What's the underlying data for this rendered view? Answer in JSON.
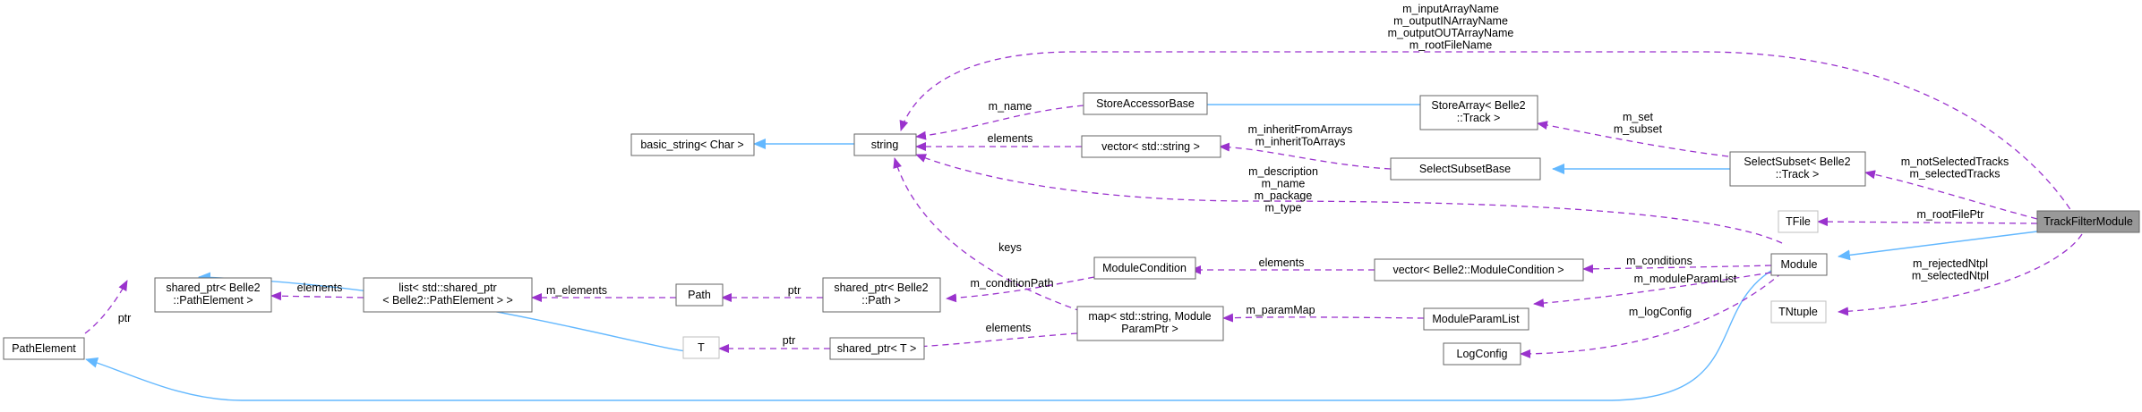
{
  "nodes": {
    "trackfiltermodule": [
      "TrackFilterModule"
    ],
    "string": [
      "string"
    ],
    "basic_string": [
      "basic_string< Char >"
    ],
    "storeaccessorbase": [
      "StoreAccessorBase"
    ],
    "vector_string": [
      "vector< std::string >"
    ],
    "storearray": [
      "StoreArray< Belle2",
      "::Track >"
    ],
    "selectsubsetbase": [
      "SelectSubsetBase"
    ],
    "selectsubset": [
      "SelectSubset< Belle2",
      "::Track >"
    ],
    "tfile": [
      "TFile"
    ],
    "module": [
      "Module"
    ],
    "tntuple": [
      "TNtuple"
    ],
    "modulecondition": [
      "ModuleCondition"
    ],
    "vector_modulecondition": [
      "vector< Belle2::ModuleCondition >"
    ],
    "shared_ptr_pathelement": [
      "shared_ptr< Belle2",
      "::PathElement >"
    ],
    "list_pathelement": [
      "list< std::shared_ptr",
      "< Belle2::PathElement > >"
    ],
    "path": [
      "Path"
    ],
    "shared_ptr_path": [
      "shared_ptr< Belle2",
      "::Path >"
    ],
    "map_moduleparam": [
      "map< std::string, Module",
      "ParamPtr >"
    ],
    "moduleparamlist": [
      "ModuleParamList"
    ],
    "pathelement": [
      "PathElement"
    ],
    "t": [
      "T"
    ],
    "shared_ptr_t": [
      "shared_ptr< T >"
    ],
    "logconfig": [
      "LogConfig"
    ]
  },
  "edges": {
    "tfm_string": [
      "m_inputArrayName",
      "m_outputINArrayName",
      "m_outputOUTArrayName",
      "m_rootFileName"
    ],
    "sab_string": [
      "m_name"
    ],
    "vec_string": [
      "elements"
    ],
    "ssb_vec": [
      "m_inheritFromArrays",
      "m_inheritToArrays"
    ],
    "module_string": [
      "m_description",
      "m_name",
      "m_package",
      "m_type"
    ],
    "sa_ss": [
      "m_set",
      "m_subset"
    ],
    "ss_tfm": [
      "m_notSelectedTracks",
      "m_selectedTracks"
    ],
    "tfile_tfm": [
      "m_rootFilePtr"
    ],
    "tntuple_tfm": [
      "m_rejectedNtpl",
      "m_selectedNtpl"
    ],
    "map_string": [
      "keys"
    ],
    "mc_vecmc": [
      "elements"
    ],
    "vecmc_module": [
      "m_conditions"
    ],
    "spp_mc": [
      "m_conditionPath"
    ],
    "mpl_module": [
      "m_moduleParamList"
    ],
    "map_mpl": [
      "m_paramMap"
    ],
    "lc_module": [
      "m_logConfig"
    ],
    "spt_map": [
      "elements"
    ],
    "t_spt": [
      "ptr"
    ],
    "path_spp": [
      "ptr"
    ],
    "list_path": [
      "m_elements"
    ],
    "spe_list": [
      "elements"
    ],
    "pe_spe": [
      "ptr"
    ]
  },
  "colors": {
    "inheritance": "#63b8ff",
    "usage": "#9a32cd",
    "highlight_fill": "#999999",
    "border": "#666666",
    "grey_border": "#bfbfbf"
  }
}
